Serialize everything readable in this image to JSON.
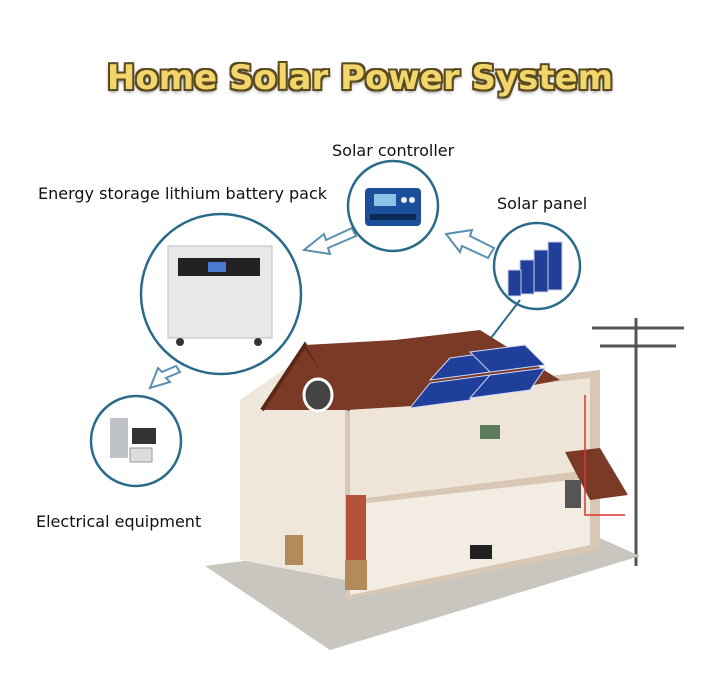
{
  "title": "Home Solar Power System",
  "labels": {
    "controller": "Solar controller",
    "battery": "Energy storage lithium battery pack",
    "panel": "Solar panel",
    "equipment": "Electrical equipment"
  },
  "colors": {
    "title": "#f2d66b",
    "circle": "#2a6a8a",
    "arrow": "#5a8fb0",
    "roof": "#7a3a26",
    "panel": "#1f3f9a"
  }
}
